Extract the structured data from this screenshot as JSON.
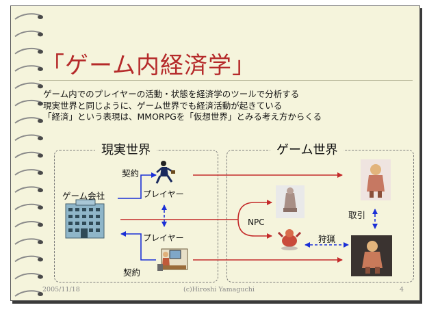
{
  "slide": {
    "title": "「ゲーム内経済学」",
    "bullets": [
      "ゲーム内でのプレイヤーの活動・状態を経済学のツールで分析する",
      "現実世界と同じように、ゲーム世界でも経済活動が起きている",
      "「経済」という表現は、MMORPGを「仮想世界」とみる考え方からくる"
    ],
    "diagram": {
      "real_world_title": "現実世界",
      "game_world_title": "ゲーム世界",
      "company_label": "ゲーム会社",
      "player_top_label": "プレイヤー",
      "player_bottom_label": "プレイヤー",
      "contract_top_label": "契約",
      "contract_bottom_label": "契約",
      "npc_label": "NPC",
      "trade_label": "取引",
      "hunt_label": "狩猟"
    },
    "footer": {
      "date": "2005/11/18",
      "author": "(c)Hiroshi Yamaguchi",
      "page": "4"
    },
    "colors": {
      "title": "#b52a2a",
      "background": "#f5f4dc",
      "arrow_red": "#c42a2a",
      "arrow_blue": "#1a2fd6"
    }
  }
}
